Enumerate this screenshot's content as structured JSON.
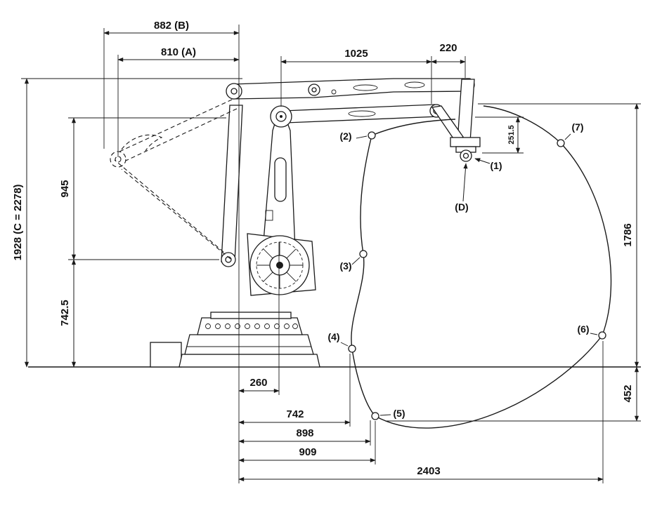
{
  "diagram": {
    "dims": {
      "b": "882 (B)",
      "a": "810 (A)",
      "d1025": "1025",
      "d220": "220",
      "c": "1928 (C = 2278)",
      "d945": "945",
      "d742_5": "742.5",
      "d251_5": "251.5",
      "d1786": "1786",
      "d452": "452",
      "d260": "260",
      "d742": "742",
      "d898": "898",
      "d909": "909",
      "d2403": "2403"
    },
    "points": {
      "p1": "(1)",
      "p2": "(2)",
      "p3": "(3)",
      "p4": "(4)",
      "p5": "(5)",
      "p6": "(6)",
      "p7": "(7)",
      "pd": "(D)"
    },
    "colors": {
      "line": "#1a1a1a",
      "background": "#ffffff"
    }
  }
}
